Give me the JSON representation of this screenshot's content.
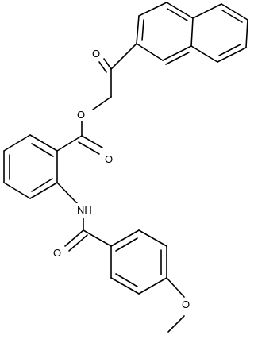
{
  "molecule": {
    "atoms": [
      {
        "id": "ketone_O",
        "label": "O"
      },
      {
        "id": "ester_ether_O",
        "label": "O"
      },
      {
        "id": "ester_carbonyl_O",
        "label": "O"
      },
      {
        "id": "amide_N",
        "label": "NH"
      },
      {
        "id": "amide_carbonyl_O",
        "label": "O"
      },
      {
        "id": "methoxy_O",
        "label": "O"
      }
    ]
  }
}
